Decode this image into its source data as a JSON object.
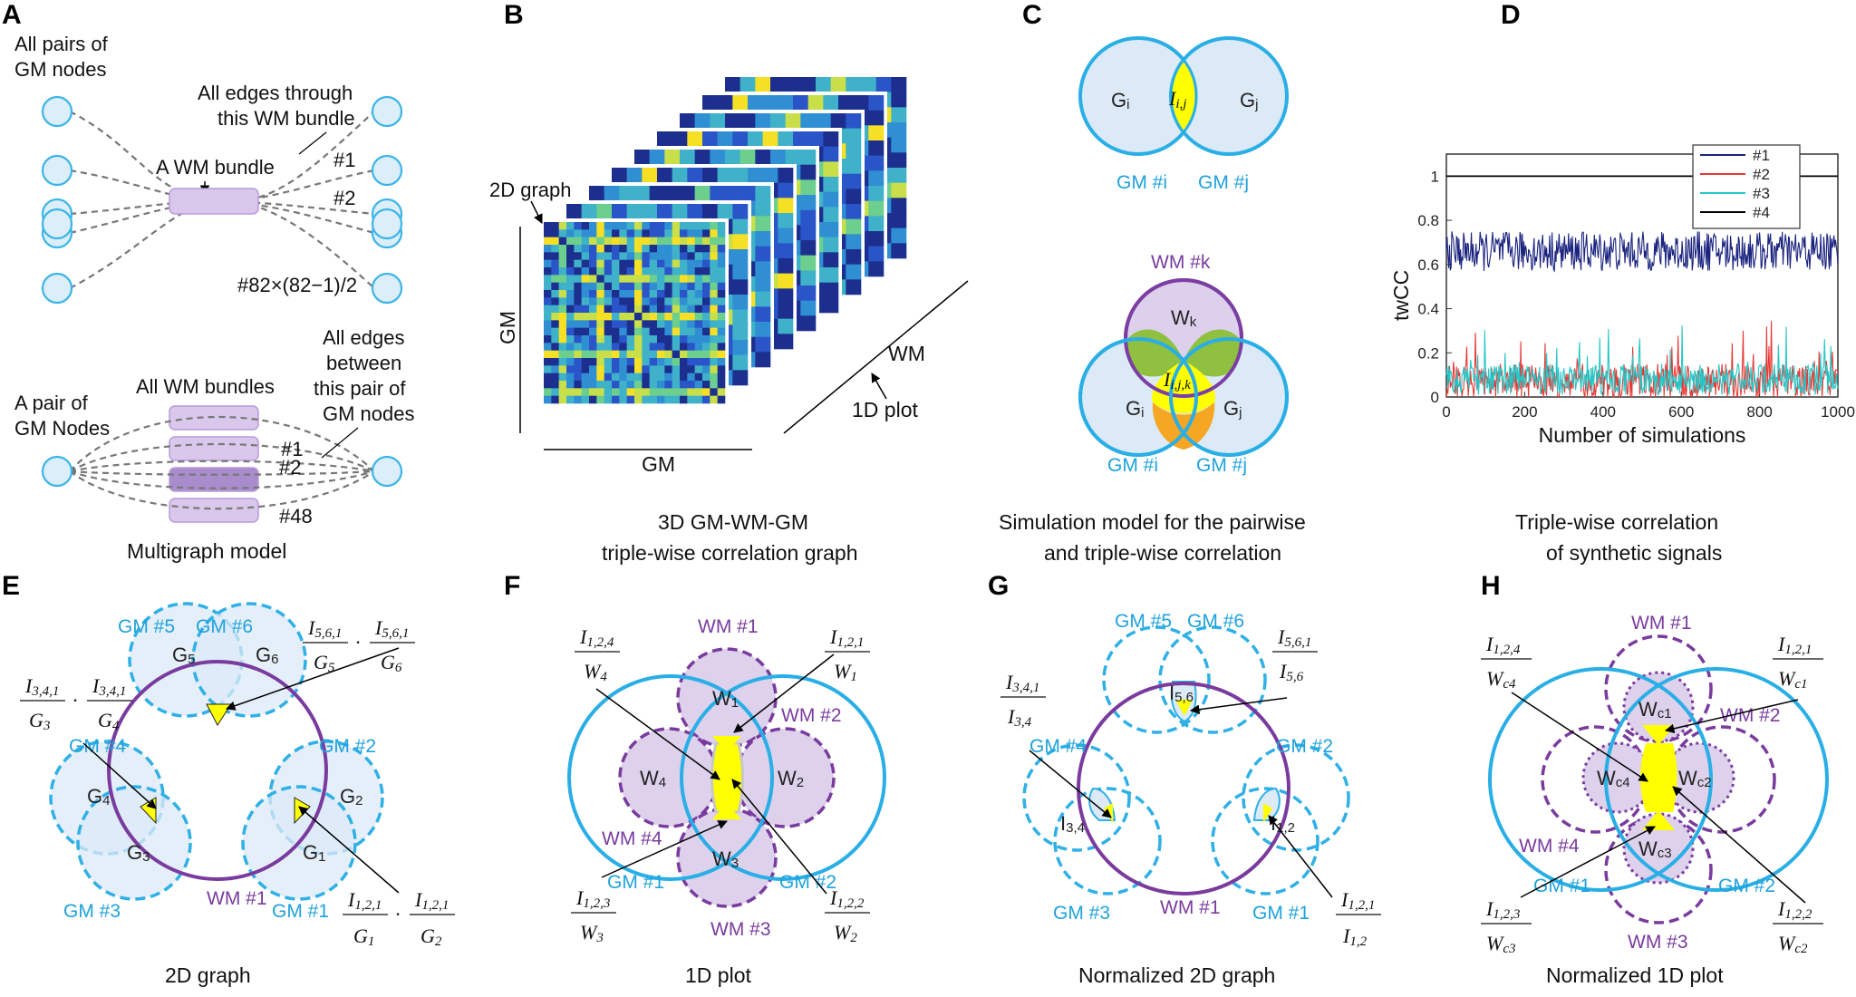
{
  "panels": {
    "A": "A",
    "B": "B",
    "C": "C",
    "D": "D",
    "E": "E",
    "F": "F",
    "G": "G",
    "H": "H"
  },
  "panelA": {
    "t1a": "All pairs of",
    "t1b": "GM nodes",
    "t2a": "All edges through",
    "t2b": "this WM bundle",
    "bundle": "A WM bundle",
    "e1": "#1",
    "e2": "#2",
    "elast": "#82×(82−1)/2",
    "pairA": "A pair of",
    "pairB": "GM Nodes",
    "allwm": "All WM bundles",
    "b1": "All edges",
    "b2": "between",
    "b3": "this pair of",
    "b4": "GM nodes",
    "m1": "#1",
    "m2": "#2",
    "m48": "#48",
    "caption": "Multigraph model"
  },
  "panelB": {
    "graph2d": "2D graph",
    "gm_left": "GM",
    "gm_bottom": "GM",
    "wm": "WM",
    "plot1d": "1D plot",
    "cap1": "3D GM-WM-GM",
    "cap2": "triple-wise  correlation graph"
  },
  "panelC": {
    "gi": "G",
    "gi_s": "i",
    "gj": "G",
    "gj_s": "j",
    "iij": "I",
    "iij_s": "i,j",
    "gmi": "GM #i",
    "gmj": "GM #j",
    "wmk": "WM #k",
    "wk": "W",
    "wk_s": "k",
    "iijk": "I",
    "iijk_s": "i,j,k",
    "gi2": "G",
    "gi2_s": "i",
    "gj2": "G",
    "gj2_s": "j",
    "gmi2": "GM #i",
    "gmj2": "GM #j",
    "cap1": "Simulation model for the pairwise",
    "cap2": "and triple-wise correlation"
  },
  "panelD": {
    "cap1": "Triple-wise  correlation",
    "cap2": "of synthetic signals"
  },
  "chart_data": {
    "type": "line",
    "xlabel": "Number of simulations",
    "ylabel": "twCC",
    "xlim": [
      0,
      1000
    ],
    "ylim": [
      0,
      1.1
    ],
    "xticks": [
      0,
      200,
      400,
      600,
      800,
      1000
    ],
    "yticks": [
      0,
      0.2,
      0.4,
      0.6,
      0.8,
      1
    ],
    "legend_position": "top-right",
    "series": [
      {
        "name": "#1",
        "color": "#1a237e",
        "mean": 0.66,
        "spread": 0.09,
        "constant": null
      },
      {
        "name": "#2",
        "color": "#e53935",
        "mean": 0.07,
        "spread": 0.08,
        "constant": null
      },
      {
        "name": "#3",
        "color": "#26c6c6",
        "mean": 0.08,
        "spread": 0.07,
        "constant": null
      },
      {
        "name": "#4",
        "color": "#000000",
        "mean": 1,
        "spread": 0,
        "constant": 1
      }
    ]
  },
  "panelE": {
    "gm5": "GM #5",
    "gm6": "GM #6",
    "gm4": "GM #4",
    "gm2": "GM #2",
    "gm3": "GM #3",
    "gm1": "GM #1",
    "wm1": "WM #1",
    "caption": "2D graph"
  },
  "panelF": {
    "wm1": "WM #1",
    "wm2": "WM #2",
    "wm3": "WM #3",
    "wm4": "WM #4",
    "gm1": "GM #1",
    "gm2": "GM #2",
    "caption": "1D plot"
  },
  "panelG": {
    "gm5": "GM #5",
    "gm6": "GM #6",
    "gm4": "GM #4",
    "gm2": "GM #2",
    "gm3": "GM #3",
    "gm1": "GM #1",
    "wm1": "WM #1",
    "caption": "Normalized 2D graph"
  },
  "panelH": {
    "wm1": "WM #1",
    "wm2": "WM #2",
    "wm3": "WM #3",
    "wm4": "WM #4",
    "gm1": "GM #1",
    "gm2": "GM #2",
    "caption": "Normalized 1D plot"
  }
}
